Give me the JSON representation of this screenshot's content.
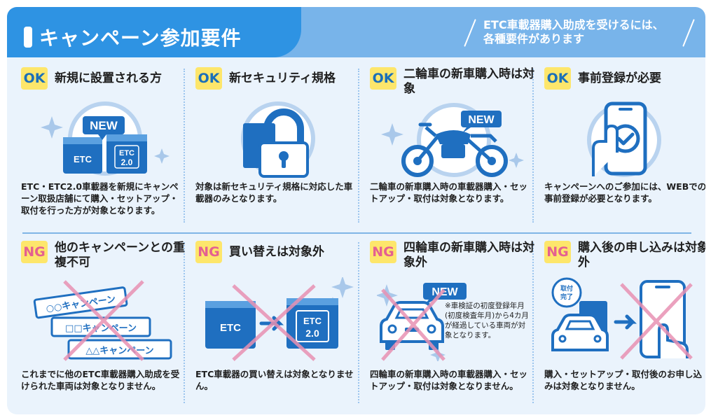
{
  "header": {
    "title": "キャンペーン参加要件",
    "note_line1": "ETC車載器購入助成を受けるには、",
    "note_line2": "各種要件があります"
  },
  "colors": {
    "header_blue": "#2e93e3",
    "header_light": "#78b4ea",
    "panel_bg": "#eaf3fc",
    "badge_yellow": "#fde66b",
    "ok_text": "#1b6fb8",
    "ng_text": "#e46091",
    "illustration_blue": "#1f6fc0",
    "cross_pink": "#e891b3"
  },
  "ok_items": [
    {
      "badge": "OK",
      "title": "新規に設置される方",
      "desc": "ETC・ETC2.0車載器を新規にキャンペーン取扱店舗にて購入・セットアップ・取付を行った方が対象となります。",
      "icon": "etc-devices-new-icon",
      "new_label": "NEW",
      "etc_label": "ETC",
      "etc2_label1": "ETC",
      "etc2_label2": "2.0"
    },
    {
      "badge": "OK",
      "title": "新セキュリティ規格",
      "desc": "対象は新セキュリティ規格に対応した車載器のみとなります。",
      "icon": "padlock-icon"
    },
    {
      "badge": "OK",
      "title": "二輪車の新車購入時は対象",
      "desc": "二輪車の新車購入時の車載器購入・セットアップ・取付は対象となります。",
      "icon": "motorcycle-new-icon",
      "new_label": "NEW"
    },
    {
      "badge": "OK",
      "title": "事前登録が必要",
      "desc": "キャンペーンへのご参加には、WEBでの事前登録が必要となります。",
      "icon": "smartphone-check-icon"
    }
  ],
  "ng_items": [
    {
      "badge": "NG",
      "title": "他のキャンペーンとの重複不可",
      "desc": "これまでに他のETC車載器購入助成を受けられた車両は対象となりません。",
      "icon": "campaign-tickets-crossed-icon",
      "tickets": [
        "○○キャンペーン",
        "□□キャンペーン",
        "△△キャンペーン"
      ]
    },
    {
      "badge": "NG",
      "title": "買い替えは対象外",
      "desc": "ETC車載器の買い替えは対象となりません。",
      "icon": "etc-replacement-crossed-icon",
      "etc_label": "ETC",
      "etc2_label1": "ETC",
      "etc2_label2": "2.0"
    },
    {
      "badge": "NG",
      "title": "四輪車の新車購入時は対象外",
      "desc": "四輪車の新車購入時の車載器購入・セットアップ・取付は対象となりません。",
      "icon": "car-new-crossed-icon",
      "new_label": "NEW",
      "note": "※車検証の初度登録年月(初度検査年月)から4カ月が経過している車両が対象となります。"
    },
    {
      "badge": "NG",
      "title": "購入後の申し込みは対象外",
      "desc": "購入・セットアップ・取付後のお申し込みは対象となりません。",
      "icon": "after-purchase-crossed-icon",
      "done_label1": "取付",
      "done_label2": "完了"
    }
  ]
}
